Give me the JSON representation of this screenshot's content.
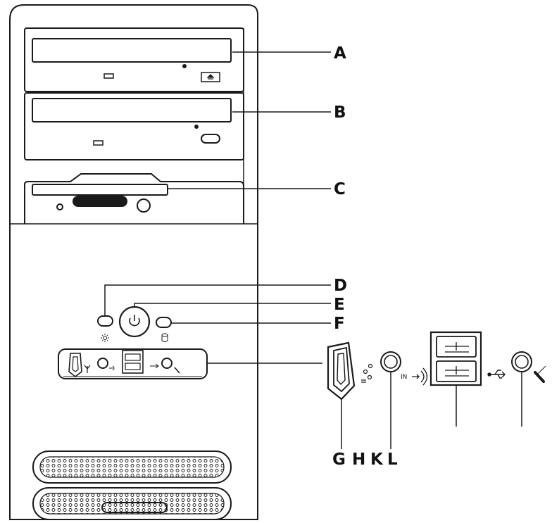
{
  "callouts": {
    "a": "A",
    "b": "B",
    "c": "C",
    "d": "D",
    "e": "E",
    "f": "F",
    "g": "G",
    "h": "H",
    "k": "K",
    "l": "L"
  },
  "port_text": {
    "in": "IN"
  },
  "icons": {
    "firewire": "firewire-icon",
    "audio_in": "line-in-icon",
    "usb": "usb-icon",
    "microphone": "microphone-icon",
    "power": "power-icon",
    "activity": "activity-light-icon",
    "hard_drive": "hard-drive-icon",
    "eject": "eject-icon"
  },
  "colors": {
    "stroke": "#1a1a1a",
    "panel_fill": "#ffffff"
  }
}
